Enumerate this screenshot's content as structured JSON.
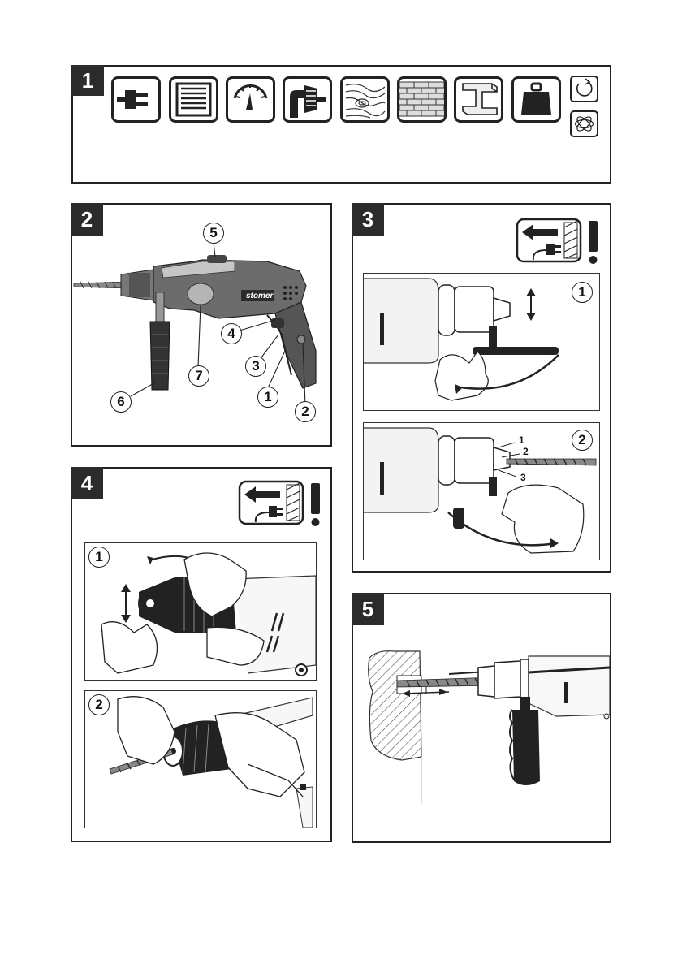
{
  "panels": {
    "p1": {
      "number": "1"
    },
    "p2": {
      "number": "2",
      "brand": "stomer",
      "callouts": [
        "5",
        "4",
        "3",
        "7",
        "6",
        "1",
        "2"
      ]
    },
    "p3": {
      "number": "3",
      "steps": [
        "1",
        "2"
      ],
      "labels": [
        "1",
        "2",
        "3"
      ]
    },
    "p4": {
      "number": "4",
      "steps": [
        "1",
        "2"
      ]
    },
    "p5": {
      "number": "5"
    }
  },
  "icons": [
    "plug-icon",
    "motor-icon",
    "gauge-icon",
    "chuck-icon",
    "wood-icon",
    "brick-icon",
    "steel-beam-icon",
    "weight-icon",
    "rotation-icon",
    "vibration-icon"
  ]
}
